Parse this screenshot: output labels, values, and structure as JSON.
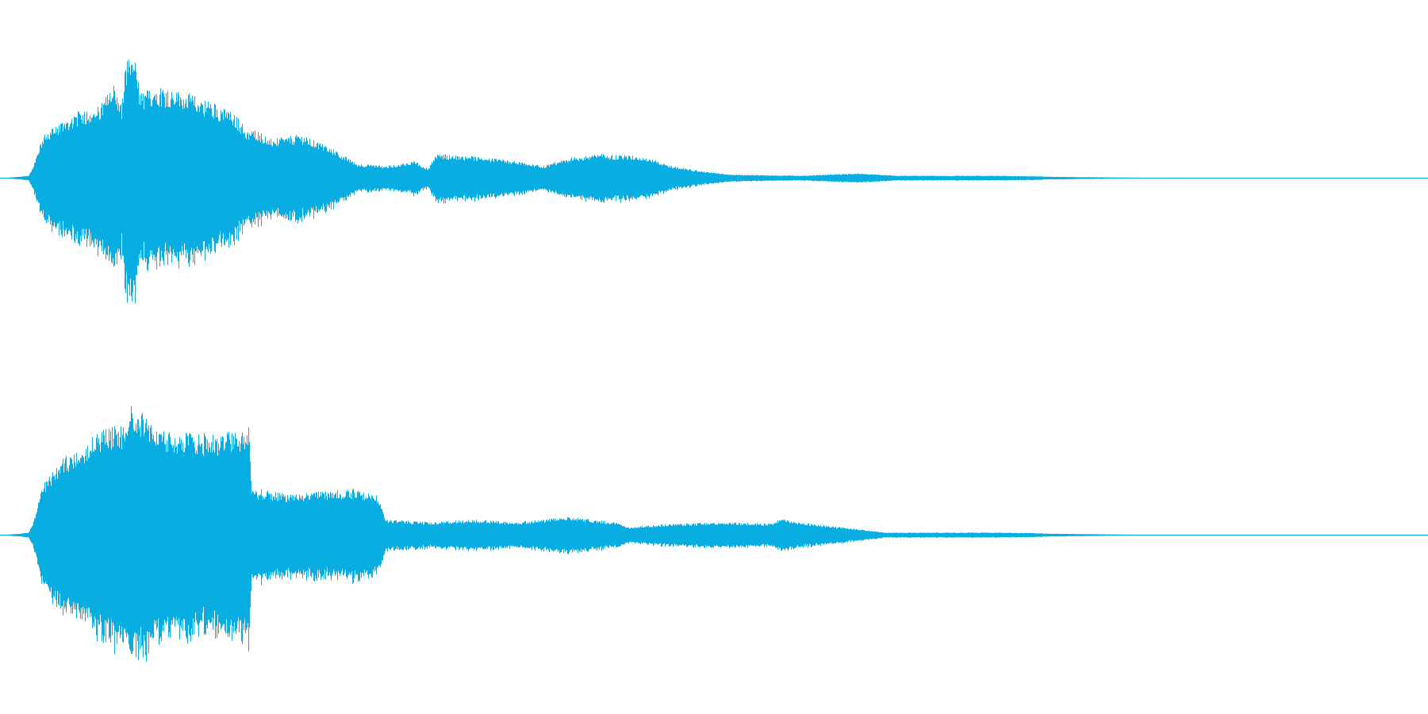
{
  "colors": {
    "waveform": "#08ade1",
    "background": "#ffffff"
  },
  "chart_data": {
    "type": "area",
    "description_kind": "stereo audio waveform",
    "x_range": [
      0,
      1
    ],
    "y_range": [
      -1,
      1
    ],
    "grid": false,
    "series": [
      {
        "peak_envelope": [
          [
            0.0,
            0.0
          ],
          [
            0.02,
            0.02
          ],
          [
            0.023,
            0.1
          ],
          [
            0.03,
            0.35
          ],
          [
            0.04,
            0.45
          ],
          [
            0.055,
            0.55
          ],
          [
            0.07,
            0.6
          ],
          [
            0.08,
            0.78
          ],
          [
            0.085,
            0.6
          ],
          [
            0.088,
            0.98
          ],
          [
            0.094,
            1.0
          ],
          [
            0.098,
            0.7
          ],
          [
            0.11,
            0.76
          ],
          [
            0.13,
            0.7
          ],
          [
            0.15,
            0.62
          ],
          [
            0.165,
            0.52
          ],
          [
            0.175,
            0.36
          ],
          [
            0.176,
            0.42
          ],
          [
            0.19,
            0.32
          ],
          [
            0.21,
            0.36
          ],
          [
            0.23,
            0.26
          ],
          [
            0.25,
            0.12
          ],
          [
            0.27,
            0.1
          ],
          [
            0.29,
            0.14
          ],
          [
            0.3,
            0.08
          ],
          [
            0.305,
            0.2
          ],
          [
            0.33,
            0.18
          ],
          [
            0.36,
            0.14
          ],
          [
            0.38,
            0.1
          ],
          [
            0.4,
            0.17
          ],
          [
            0.42,
            0.2
          ],
          [
            0.45,
            0.18
          ],
          [
            0.47,
            0.1
          ],
          [
            0.49,
            0.06
          ],
          [
            0.51,
            0.03
          ],
          [
            0.56,
            0.02
          ],
          [
            0.6,
            0.04
          ],
          [
            0.63,
            0.02
          ],
          [
            0.7,
            0.02
          ],
          [
            0.76,
            0.01
          ],
          [
            0.83,
            0.0
          ]
        ]
      },
      {
        "peak_envelope": [
          [
            0.0,
            0.0
          ],
          [
            0.02,
            0.02
          ],
          [
            0.023,
            0.1
          ],
          [
            0.03,
            0.4
          ],
          [
            0.045,
            0.6
          ],
          [
            0.06,
            0.72
          ],
          [
            0.07,
            0.82
          ],
          [
            0.085,
            0.85
          ],
          [
            0.09,
            1.0
          ],
          [
            0.1,
            0.96
          ],
          [
            0.11,
            0.8
          ],
          [
            0.14,
            0.78
          ],
          [
            0.172,
            0.8
          ],
          [
            0.174,
            0.9
          ],
          [
            0.176,
            0.36
          ],
          [
            0.2,
            0.32
          ],
          [
            0.23,
            0.34
          ],
          [
            0.25,
            0.36
          ],
          [
            0.265,
            0.3
          ],
          [
            0.27,
            0.12
          ],
          [
            0.3,
            0.1
          ],
          [
            0.33,
            0.12
          ],
          [
            0.36,
            0.1
          ],
          [
            0.4,
            0.14
          ],
          [
            0.43,
            0.1
          ],
          [
            0.44,
            0.06
          ],
          [
            0.46,
            0.08
          ],
          [
            0.5,
            0.1
          ],
          [
            0.54,
            0.09
          ],
          [
            0.547,
            0.13
          ],
          [
            0.56,
            0.1
          ],
          [
            0.59,
            0.06
          ],
          [
            0.62,
            0.02
          ],
          [
            0.7,
            0.02
          ],
          [
            0.76,
            0.01
          ],
          [
            0.82,
            0.0
          ]
        ]
      }
    ]
  }
}
